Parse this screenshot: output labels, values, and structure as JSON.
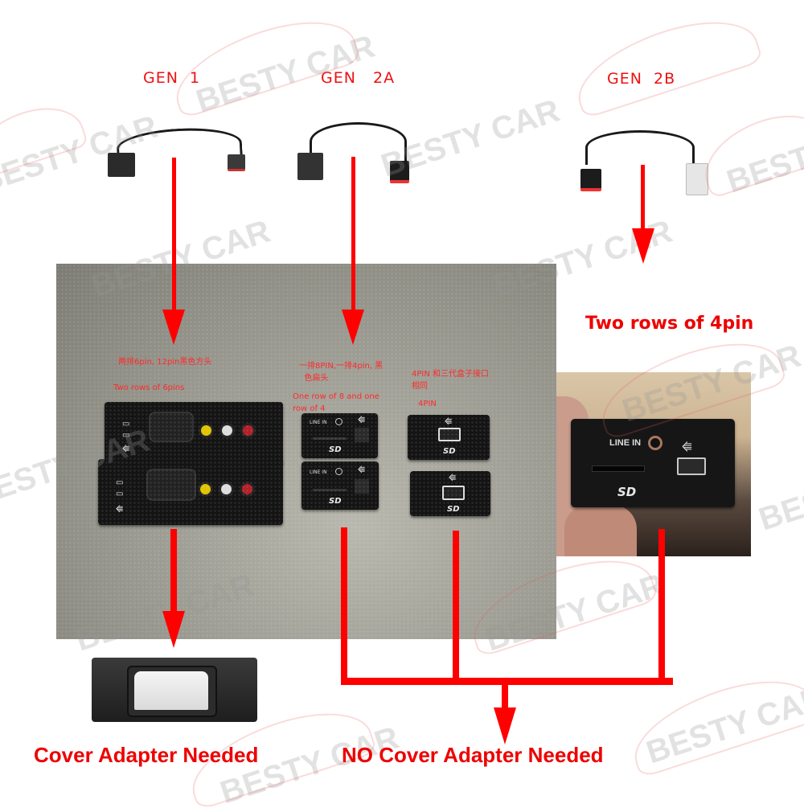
{
  "generations": [
    {
      "label": "GEN  1",
      "id": "gen1"
    },
    {
      "label": "GEN   2A",
      "id": "gen2a"
    },
    {
      "label": "GEN  2B",
      "id": "gen2b"
    }
  ],
  "annotations": {
    "gen1_cn": "两排6pin, 12pin黑色方头",
    "gen1_en": "Two rows of 6pins",
    "gen2a_cn": "一排8PIN,一排4pin, 黑\n  色扁头",
    "gen2a_en": "One row of 8 and one\nrow of 4",
    "gen3_cn": "4PIN 和三代盒子接口\n相同",
    "gen3_pin": "4PIN",
    "gen2b_en": "Two rows of 4pin"
  },
  "modules": {
    "line_in_label": "LINE IN",
    "sd_label": "SD",
    "usb_symbol": "⭠"
  },
  "results": {
    "cover_needed": "Cover Adapter Needed",
    "no_cover_needed": "NO Cover Adapter Needed"
  },
  "watermark": "BESTY CAR",
  "colors": {
    "accent_red": "#ff0000",
    "label_red": "#ee1111",
    "module_black": "#141414"
  }
}
